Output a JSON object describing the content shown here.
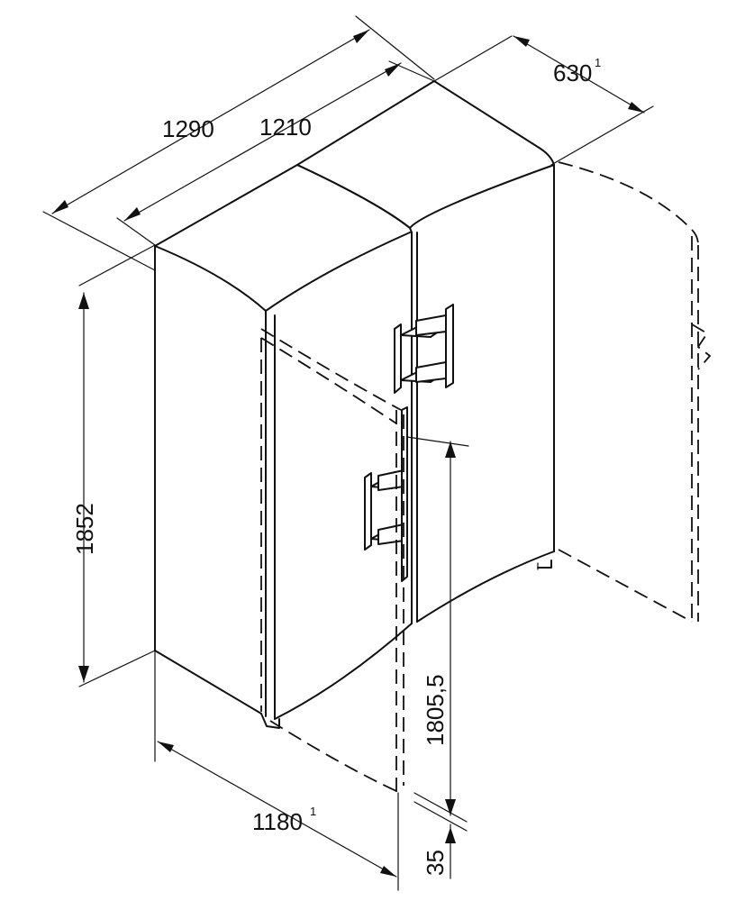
{
  "diagram": {
    "dimensions": {
      "total_width": {
        "value": "1290",
        "sup": ""
      },
      "cabinet_width": {
        "value": "1210",
        "sup": ""
      },
      "depth": {
        "value": "630",
        "sup": "1"
      },
      "height": {
        "value": "1852",
        "sup": ""
      },
      "door_open_depth": {
        "value": "1180",
        "sup": "1"
      },
      "handle_height": {
        "value": "1805,5",
        "sup": ""
      },
      "gap": {
        "value": "35",
        "sup": ""
      }
    }
  }
}
